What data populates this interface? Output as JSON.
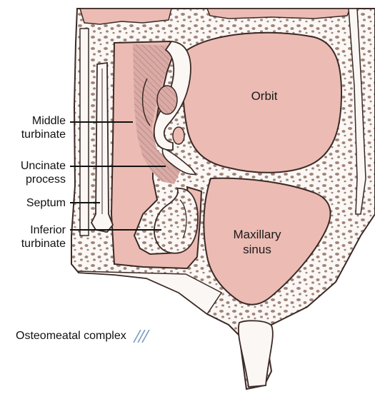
{
  "labels": {
    "middle_turbinate": [
      "Middle",
      "turbinate"
    ],
    "uncinate_process": [
      "Uncinate",
      "process"
    ],
    "septum": "Septum",
    "inferior_turbinate": [
      "Inferior",
      "turbinate"
    ],
    "orbit": "Orbit",
    "maxillary_sinus": [
      "Maxillary",
      "sinus"
    ]
  },
  "legend": {
    "label": "Osteomeatal complex"
  },
  "colors": {
    "cavity_pink": "#ecbcb4",
    "cavity_pink_dark": "#e4aba2",
    "bone_white": "#fbf7f4",
    "bone_dots": "#a0857b",
    "outline": "#3b2a26",
    "hatch": "#7a9bc0"
  }
}
